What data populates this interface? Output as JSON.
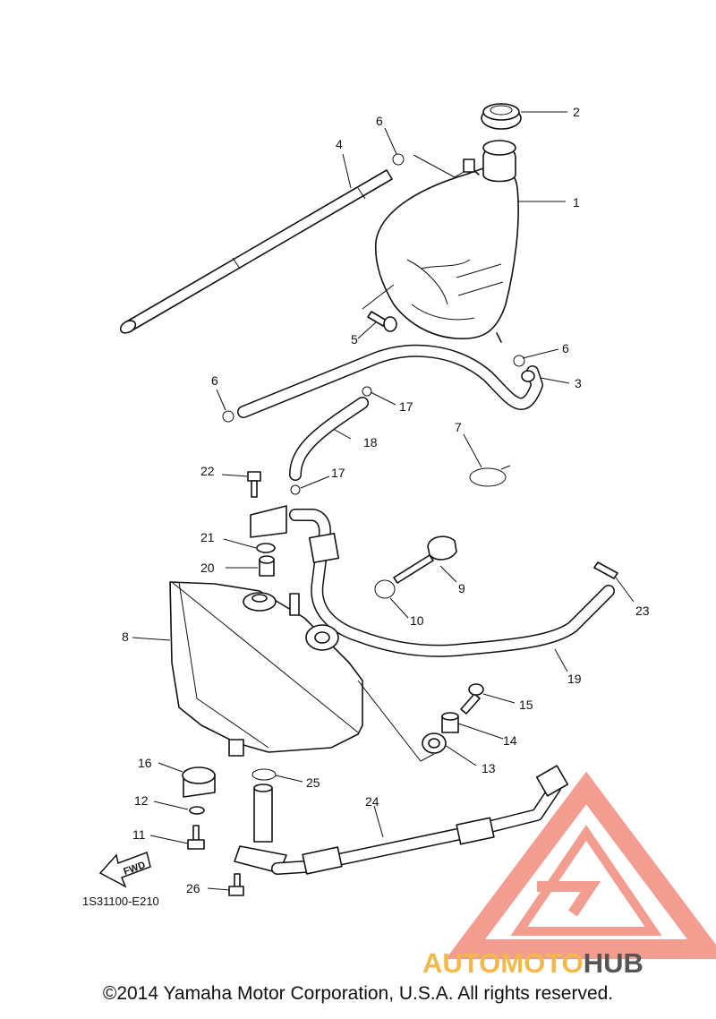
{
  "diagram": {
    "drawing_code": "1S31100-E210",
    "fwd_label": "FWD",
    "parts": [
      {
        "num": "1"
      },
      {
        "num": "2"
      },
      {
        "num": "3"
      },
      {
        "num": "4"
      },
      {
        "num": "5"
      },
      {
        "num": "6"
      },
      {
        "num": "6"
      },
      {
        "num": "6"
      },
      {
        "num": "7"
      },
      {
        "num": "8"
      },
      {
        "num": "9"
      },
      {
        "num": "10"
      },
      {
        "num": "11"
      },
      {
        "num": "12"
      },
      {
        "num": "13"
      },
      {
        "num": "14"
      },
      {
        "num": "15"
      },
      {
        "num": "16"
      },
      {
        "num": "17"
      },
      {
        "num": "17"
      },
      {
        "num": "18"
      },
      {
        "num": "19"
      },
      {
        "num": "20"
      },
      {
        "num": "21"
      },
      {
        "num": "22"
      },
      {
        "num": "23"
      },
      {
        "num": "24"
      },
      {
        "num": "25"
      },
      {
        "num": "26"
      }
    ]
  },
  "watermark": {
    "brand_part1": "AUTOMOTO",
    "brand_part2": "HUB",
    "color_primary": "#f07c6c",
    "color_accent": "#f2b84b",
    "color_dark": "#555555"
  },
  "copyright": "©2014 Yamaha Motor Corporation, U.S.A. All rights reserved."
}
